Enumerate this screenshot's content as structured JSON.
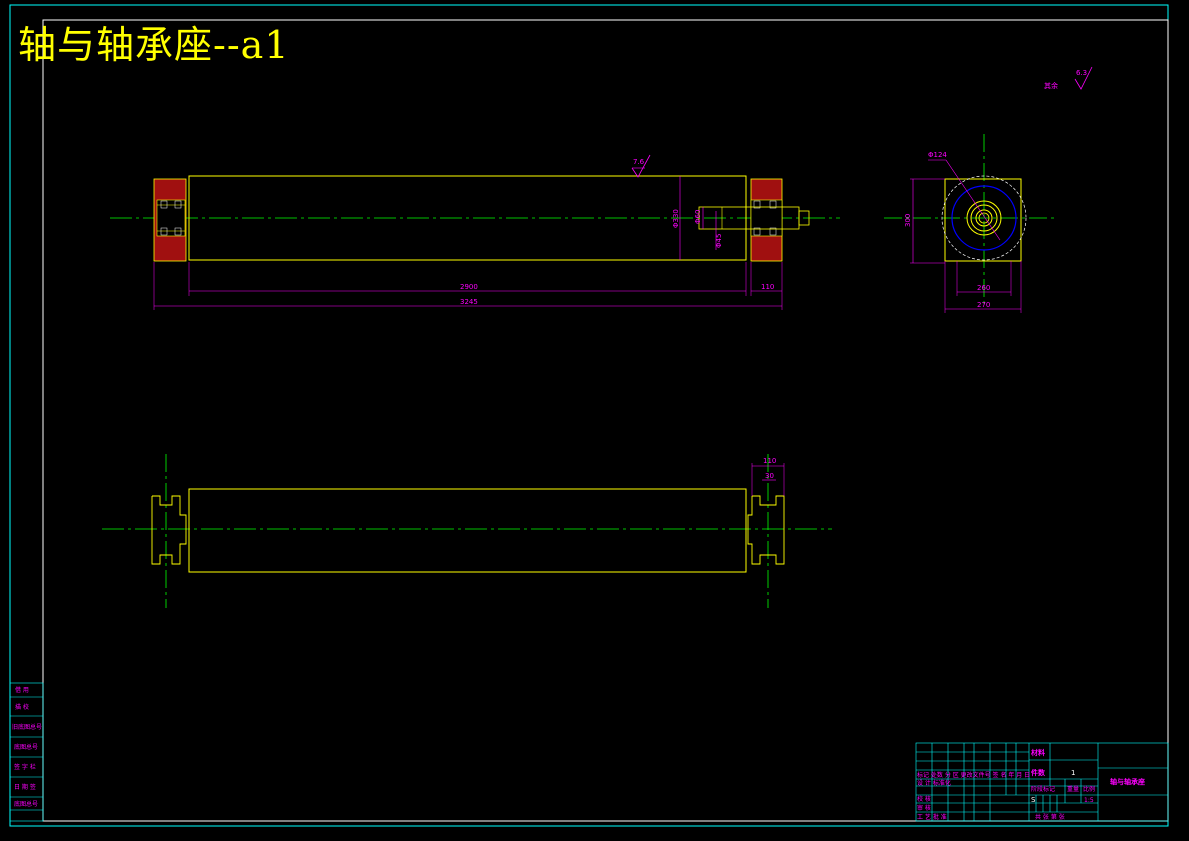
{
  "drawing_title": "轴与轴承座--a1",
  "roughness_general": {
    "value": "6.3",
    "prefix": "其余"
  },
  "roughness_shaft": "7.6",
  "front_view": {
    "dim_length_main": "2900",
    "dim_length_total": "3245",
    "dim_end": "110",
    "dim_dia_roller": "Φ330",
    "dim_dia_shaft": "Φ60",
    "dim_dia_shaft2": "Φ45"
  },
  "side_view": {
    "dim_dia": "Φ124",
    "dim_height": "300",
    "dim_inner_width": "260",
    "dim_outer_width": "270"
  },
  "bottom_view": {
    "dim_top": "110",
    "dim_inner": "30"
  },
  "left_strip": {
    "items": [
      "借 用",
      "描 校",
      "旧底图总号",
      "底图总号",
      "签 字 栏",
      "日 期 签",
      "底图总号"
    ]
  },
  "title_block": {
    "part_name": "轴与轴承座",
    "material_label": "材料",
    "quantity_label": "件数",
    "quantity_value": "1",
    "stage_label": "阶段标记",
    "weight_label": "重量",
    "scale_label": "比例",
    "stage_value": "S",
    "scale_value": "1:5",
    "sheet_label": "共  张  第  张",
    "rows": [
      "标记 处数 分 区 更改文件号 签 名 年 月 日",
      "设 计 标准化",
      "校 核",
      "审 核",
      "工 艺  批 准"
    ]
  }
}
